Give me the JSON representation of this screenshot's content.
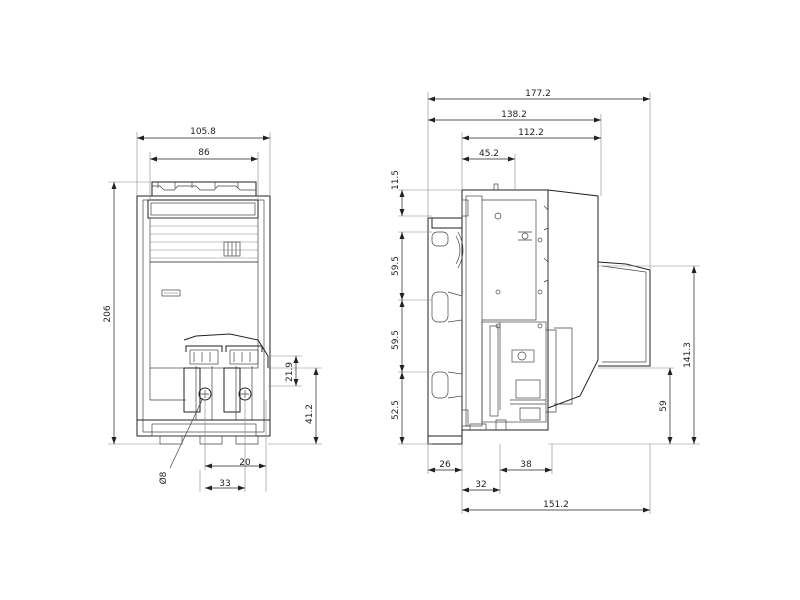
{
  "front_view": {
    "width_overall": "105.8",
    "width_inner": "86",
    "height_overall": "206",
    "terminal_height_upper": "21.9",
    "terminal_height_lower": "41.2",
    "terminal_spacing_small": "20",
    "terminal_spacing_large": "33",
    "hole_diameter": "Ø8"
  },
  "side_view": {
    "depth_overall": "177.2",
    "depth_mid": "138.2",
    "depth_inner": "112.2",
    "depth_front": "45.2",
    "offset_top": "11.5",
    "pitch_upper": "59.5",
    "pitch_lower": "59.5",
    "offset_bottom": "52.5",
    "height_right_upper": "141.3",
    "height_right_lower": "59",
    "base_left": "26",
    "base_center": "32",
    "base_right": "38",
    "base_overall": "151.2"
  }
}
